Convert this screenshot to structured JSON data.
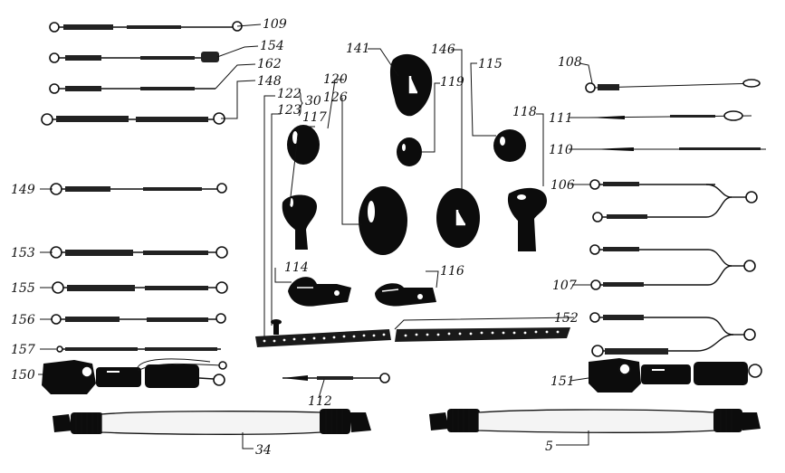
{
  "callouts": [
    {
      "id": "109",
      "text": "109"
    },
    {
      "id": "154",
      "text": "154"
    },
    {
      "id": "162",
      "text": "162"
    },
    {
      "id": "148",
      "text": "148"
    },
    {
      "id": "149",
      "text": "149"
    },
    {
      "id": "153",
      "text": "153"
    },
    {
      "id": "155",
      "text": "155"
    },
    {
      "id": "156",
      "text": "156"
    },
    {
      "id": "157",
      "text": "157"
    },
    {
      "id": "150",
      "text": "150"
    },
    {
      "id": "122",
      "text": "122"
    },
    {
      "id": "30",
      "text": "30"
    },
    {
      "id": "123",
      "text": "123"
    },
    {
      "id": "117",
      "text": "117"
    },
    {
      "id": "120",
      "text": "120"
    },
    {
      "id": "126",
      "text": "126"
    },
    {
      "id": "141",
      "text": "141"
    },
    {
      "id": "146",
      "text": "146"
    },
    {
      "id": "119",
      "text": "119"
    },
    {
      "id": "115",
      "text": "115"
    },
    {
      "id": "118",
      "text": "118"
    },
    {
      "id": "114",
      "text": "114"
    },
    {
      "id": "116",
      "text": "116"
    },
    {
      "id": "108",
      "text": "108"
    },
    {
      "id": "111",
      "text": "111"
    },
    {
      "id": "110",
      "text": "110"
    },
    {
      "id": "106",
      "text": "106"
    },
    {
      "id": "107",
      "text": "107"
    },
    {
      "id": "152",
      "text": "152"
    },
    {
      "id": "151",
      "text": "151"
    },
    {
      "id": "112",
      "text": "112"
    },
    {
      "id": "34",
      "text": "34"
    },
    {
      "id": "5",
      "text": "5"
    }
  ],
  "colors": {
    "ink": "#111111",
    "paper": "#ffffff"
  }
}
